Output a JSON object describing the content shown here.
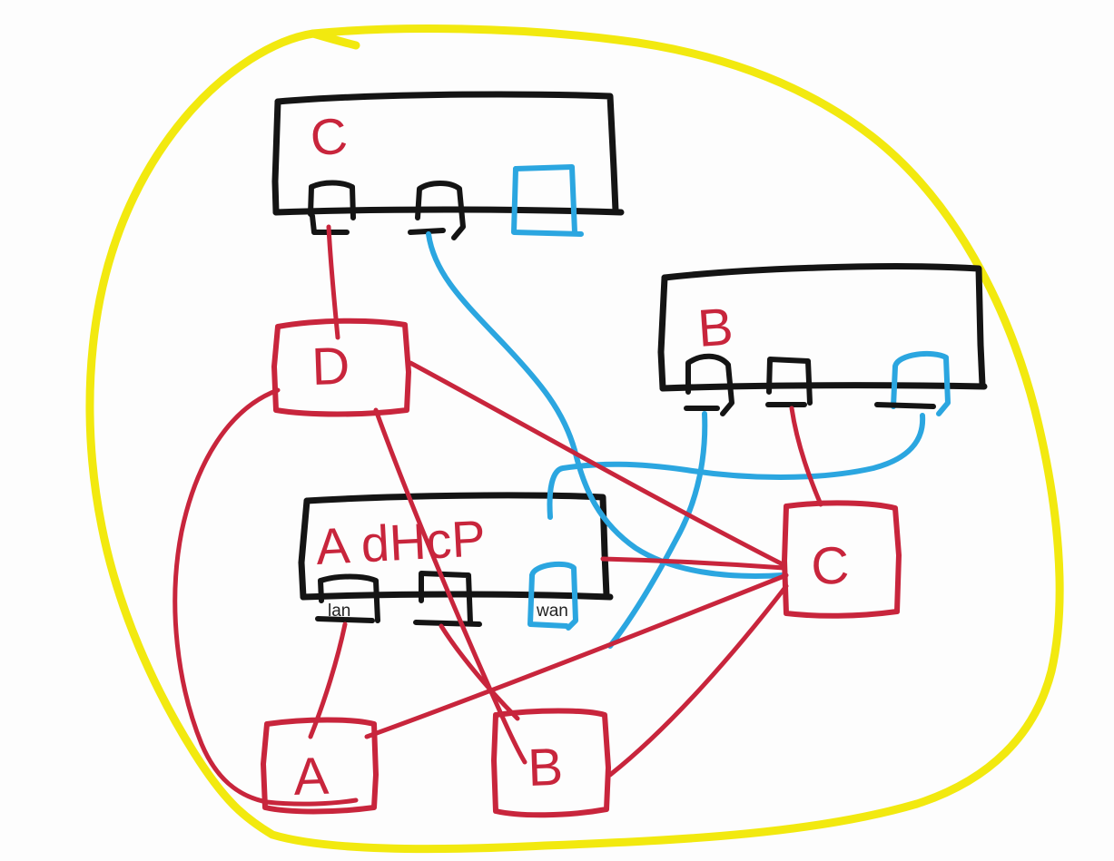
{
  "diagram": {
    "title": "Hand-drawn network topology whiteboard sketch",
    "kind": "whiteboard-sketch",
    "background_color": "#fdfdfd",
    "palette": {
      "black": "#141414",
      "red": "#c8253c",
      "blue": "#2ba6e0",
      "yellow": "#f2e90f",
      "label_text": "#222222"
    }
  },
  "switches": [
    {
      "id": "switch-c",
      "label": "C",
      "label_color": "#c8253c",
      "outline_color": "#141414",
      "ports": [
        {
          "name": "port-1",
          "color": "#141414",
          "label": ""
        },
        {
          "name": "port-2",
          "color": "#141414",
          "label": ""
        },
        {
          "name": "port-3",
          "color": "#2ba6e0",
          "label": ""
        }
      ]
    },
    {
      "id": "switch-b",
      "label": "B",
      "label_color": "#c8253c",
      "outline_color": "#141414",
      "ports": [
        {
          "name": "port-1",
          "color": "#141414",
          "label": ""
        },
        {
          "name": "port-2",
          "color": "#141414",
          "label": ""
        },
        {
          "name": "port-3",
          "color": "#2ba6e0",
          "label": ""
        }
      ]
    },
    {
      "id": "switch-a-dhcp",
      "label": "A dHcP",
      "label_color": "#c8253c",
      "outline_color": "#141414",
      "ports": [
        {
          "name": "port-lan",
          "color": "#141414",
          "label": "lan"
        },
        {
          "name": "port-mid",
          "color": "#141414",
          "label": ""
        },
        {
          "name": "port-wan",
          "color": "#2ba6e0",
          "label": "wan"
        }
      ]
    }
  ],
  "nodes": [
    {
      "id": "node-d",
      "label": "D",
      "color": "#c8253c"
    },
    {
      "id": "node-c",
      "label": "C",
      "color": "#c8253c"
    },
    {
      "id": "node-a",
      "label": "A",
      "color": "#c8253c"
    },
    {
      "id": "node-b",
      "label": "B",
      "color": "#c8253c"
    }
  ],
  "enclosure": {
    "id": "yellow-boundary",
    "color": "#f2e90f",
    "label": ""
  },
  "links": [
    {
      "id": "link-switchc-p1-node-d",
      "color": "#c8253c",
      "from": "switch-c.port-1",
      "to": "node-d"
    },
    {
      "id": "link-switchc-p2-node-c",
      "color": "#2ba6e0",
      "from": "switch-c.port-2",
      "to": "node-c"
    },
    {
      "id": "link-switchb-p1-node-c",
      "color": "#2ba6e0",
      "from": "switch-b.port-1",
      "to": "node-c"
    },
    {
      "id": "link-switchb-p3-blue-loop",
      "color": "#2ba6e0",
      "from": "switch-b.port-3",
      "to": "switch-a.port-wan"
    },
    {
      "id": "link-switchb-p2-node-c",
      "color": "#c8253c",
      "from": "switch-b.port-2",
      "to": "node-c"
    },
    {
      "id": "link-node-d-node-c",
      "color": "#c8253c",
      "from": "node-d",
      "to": "node-c"
    },
    {
      "id": "link-node-d-node-a-sweep",
      "color": "#c8253c",
      "from": "node-d",
      "to": "node-a"
    },
    {
      "id": "link-node-d-node-b",
      "color": "#c8253c",
      "from": "node-d",
      "to": "node-b"
    },
    {
      "id": "link-switcha-lan-node-a",
      "color": "#c8253c",
      "from": "switch-a.port-lan",
      "to": "node-a"
    },
    {
      "id": "link-switcha-mid-node-c",
      "color": "#c8253c",
      "from": "switch-a.port-mid",
      "to": "node-c"
    },
    {
      "id": "link-node-a-node-c",
      "color": "#c8253c",
      "from": "node-a",
      "to": "node-c"
    },
    {
      "id": "link-node-b-node-c",
      "color": "#c8253c",
      "from": "node-b",
      "to": "node-c"
    }
  ]
}
